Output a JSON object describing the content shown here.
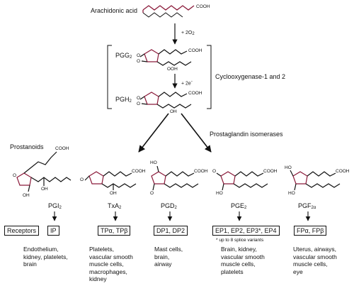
{
  "top": {
    "arachidonic_acid": "Arachidonic acid",
    "o2_label": "+ 2O",
    "o2_sub": "2",
    "pgg2_label": "PGG",
    "pgg2_sub": "2",
    "pgh2_label": "PGH",
    "pgh2_sub": "2",
    "e_label": "+ 2e",
    "e_sup": "-",
    "cyclooxygenase": "Cyclooxygenase-1 and 2",
    "isomerases": "Prostaglandin isomerases",
    "prostanoids": "Prostanoids",
    "cooh": "COOH",
    "ooh": "OOH",
    "oh": "OH",
    "ho": "HO",
    "o": "O"
  },
  "prostanoids": [
    {
      "name": "PGI",
      "sub": "2",
      "receptor": "IP",
      "tissues": [
        "Endothelium,",
        "kidney, platelets,",
        "brain"
      ]
    },
    {
      "name": "TxA",
      "sub": "2",
      "receptor": "TPα, TPβ",
      "tissues": [
        "Platelets,",
        "vascular smooth",
        "muscle cells,",
        "macrophages,",
        "kidney"
      ]
    },
    {
      "name": "PGD",
      "sub": "2",
      "receptor": "DP1, DP2",
      "tissues": [
        "Mast cells,",
        "brain,",
        "airway"
      ]
    },
    {
      "name": "PGE",
      "sub": "2",
      "receptor": "EP1, EP2, EP3*, EP4",
      "note": "* up to 8 splice variants",
      "tissues": [
        "Brain, kidney,",
        "vascular smooth",
        "muscle cells,",
        "platelets"
      ]
    },
    {
      "name": "PGF",
      "sub": "2α",
      "receptor": "FPα, FPβ",
      "tissues": [
        "Uterus, airways,",
        "vascular smooth",
        "muscle cells,",
        "eye"
      ]
    }
  ],
  "receptors_label": "Receptors",
  "colors": {
    "ink": "#111111",
    "ring": "#8b1a3a"
  }
}
